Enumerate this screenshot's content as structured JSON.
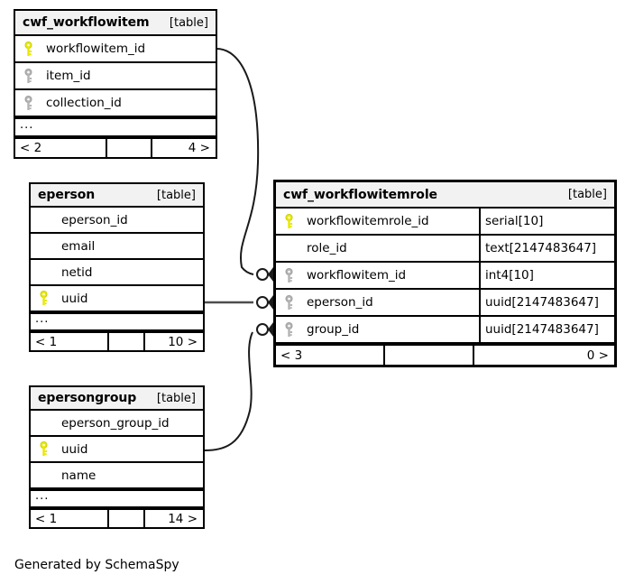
{
  "diagram": {
    "generator_note": "Generated by SchemaSpy",
    "kind_label": "[table]",
    "ellipsis": "...",
    "colors": {
      "primary_key": "#e8e800",
      "foreign_key": "#b3b3b3",
      "header_background": "#f2f2f2",
      "border": "#000000",
      "background": "#ffffff"
    }
  },
  "tables": {
    "cwf_workflowitem": {
      "name": "cwf_workflowitem",
      "kind": "[table]",
      "columns": [
        {
          "key": "primary",
          "name": "workflowitem_id"
        },
        {
          "key": "foreign",
          "name": "item_id"
        },
        {
          "key": "foreign",
          "name": "collection_id"
        }
      ],
      "has_more": true,
      "more_label": "...",
      "footer": {
        "left": "< 2",
        "middle": "",
        "right": "4 >"
      }
    },
    "eperson": {
      "name": "eperson",
      "kind": "[table]",
      "columns": [
        {
          "key": "none",
          "name": "eperson_id"
        },
        {
          "key": "none",
          "name": "email"
        },
        {
          "key": "none",
          "name": "netid"
        },
        {
          "key": "primary",
          "name": "uuid"
        }
      ],
      "has_more": true,
      "more_label": "...",
      "footer": {
        "left": "< 1",
        "middle": "",
        "right": "10 >"
      }
    },
    "epersongroup": {
      "name": "epersongroup",
      "kind": "[table]",
      "columns": [
        {
          "key": "none",
          "name": "eperson_group_id"
        },
        {
          "key": "primary",
          "name": "uuid"
        },
        {
          "key": "none",
          "name": "name"
        }
      ],
      "has_more": true,
      "more_label": "...",
      "footer": {
        "left": "< 1",
        "middle": "",
        "right": "14 >"
      }
    },
    "cwf_workflowitemrole": {
      "name": "cwf_workflowitemrole",
      "kind": "[table]",
      "columns": [
        {
          "key": "primary",
          "name": "workflowitemrole_id",
          "type": "serial[10]"
        },
        {
          "key": "none",
          "name": "role_id",
          "type": "text[2147483647]"
        },
        {
          "key": "foreign",
          "name": "workflowitem_id",
          "type": "int4[10]"
        },
        {
          "key": "foreign",
          "name": "eperson_id",
          "type": "uuid[2147483647]"
        },
        {
          "key": "foreign",
          "name": "group_id",
          "type": "uuid[2147483647]"
        }
      ],
      "has_more": false,
      "footer": {
        "left": "< 3",
        "middle": "",
        "right": "0 >"
      }
    }
  },
  "relationships": [
    {
      "from": "cwf_workflowitem.workflowitem_id",
      "to": "cwf_workflowitemrole.workflowitem_id",
      "cardinality": "zero-or-many"
    },
    {
      "from": "eperson.uuid",
      "to": "cwf_workflowitemrole.eperson_id",
      "cardinality": "zero-or-many"
    },
    {
      "from": "epersongroup.uuid",
      "to": "cwf_workflowitemrole.group_id",
      "cardinality": "zero-or-many"
    }
  ]
}
